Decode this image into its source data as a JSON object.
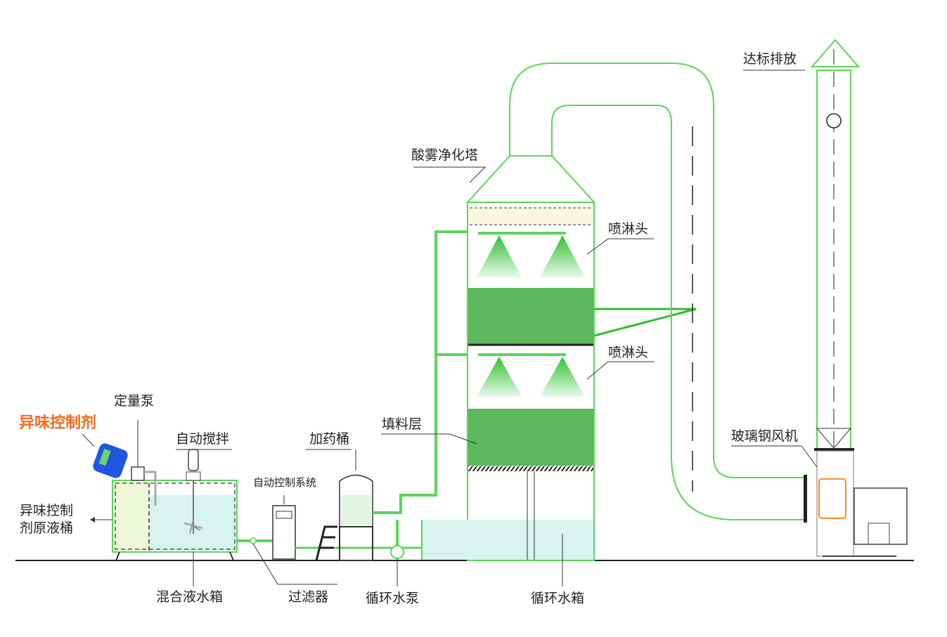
{
  "colors": {
    "line": "#5ad65a",
    "packing": "#5cb85c",
    "water": "#d7f3ee",
    "accent": "#f26b1d",
    "fan": "#f28c28",
    "bottle": "#1f56e0"
  },
  "labels": {
    "discharge": "达标排放",
    "tower": "酸雾净化塔",
    "spray1": "喷淋头",
    "spray2": "喷淋头",
    "packing": "填料层",
    "dosing_barrel": "加药桶",
    "control_system": "自动控制系统",
    "agitator": "自动搅拌",
    "metering_pump": "定量泵",
    "odor_agent": "异味控制剂",
    "raw_tank_line1": "异味控制",
    "raw_tank_line2": "剂原液桶",
    "mixing_tank": "混合液水箱",
    "filter": "过滤器",
    "circ_pump": "循环水泵",
    "circ_tank": "循环水箱",
    "fan": "玻璃钢风机"
  }
}
